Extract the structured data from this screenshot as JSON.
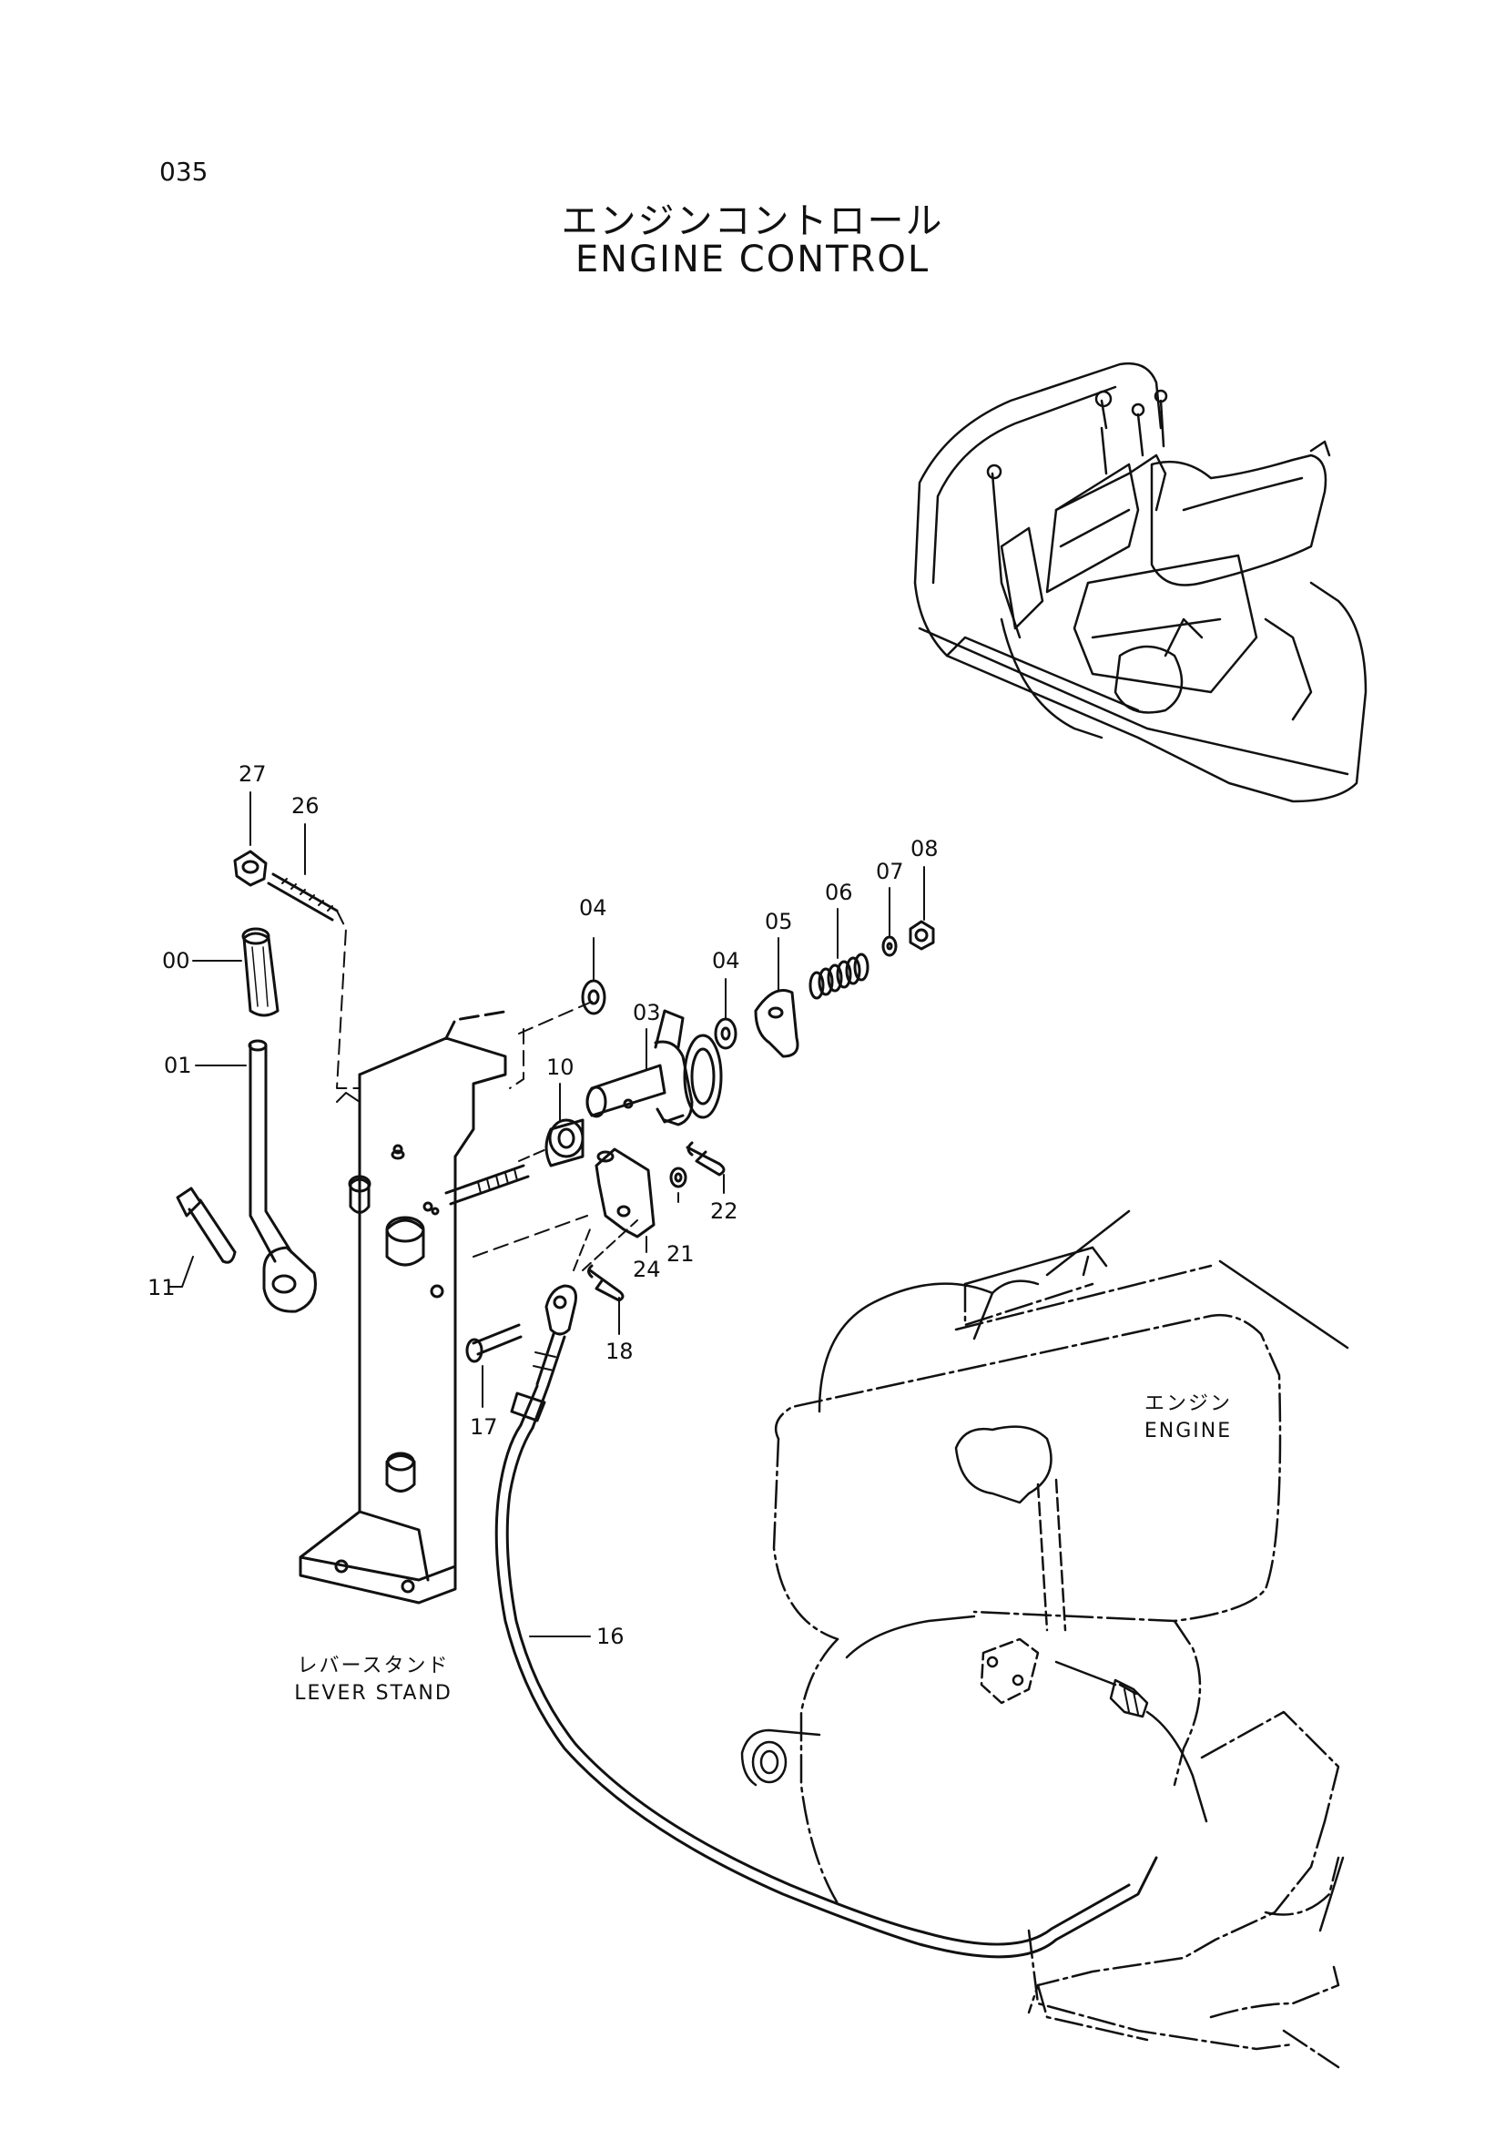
{
  "page": {
    "number": "035",
    "title_jp": "エンジンコントロール",
    "title_en": "ENGINE CONTROL"
  },
  "annotations": {
    "lever_stand_jp": "レバースタンド",
    "lever_stand_en": "LEVER STAND",
    "engine_jp": "エンジン",
    "engine_en": "ENGINE"
  },
  "callouts": {
    "p00": "00",
    "p01": "01",
    "p03": "03",
    "p04a": "04",
    "p04b": "04",
    "p05": "05",
    "p06": "06",
    "p07": "07",
    "p08": "08",
    "p10": "10",
    "p11": "11",
    "p16": "16",
    "p17": "17",
    "p18": "18",
    "p21": "21",
    "p22": "22",
    "p24": "24",
    "p26": "26",
    "p27": "27"
  }
}
